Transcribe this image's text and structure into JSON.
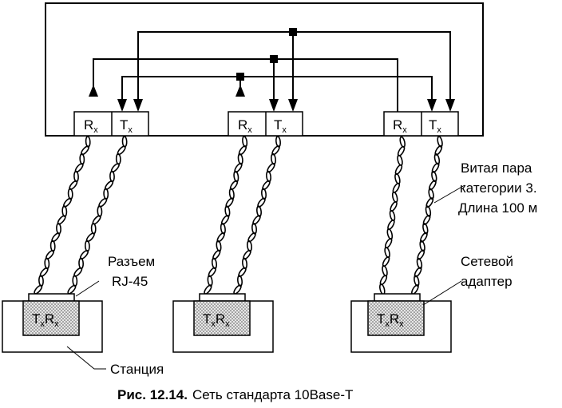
{
  "ports": {
    "rx": "R",
    "tx": "T",
    "sub": "x"
  },
  "labels": {
    "twisted_pair": [
      "Витая пара",
      "категории 3.",
      "Длина 100 м"
    ],
    "connector": [
      "Разъем",
      "RJ-45"
    ],
    "adapter": [
      "Сетевой",
      "адаптер"
    ],
    "station": "Станция"
  },
  "caption": {
    "prefix": "Рис. 12.14.",
    "text": "Сеть стандарта 10Base-T"
  }
}
